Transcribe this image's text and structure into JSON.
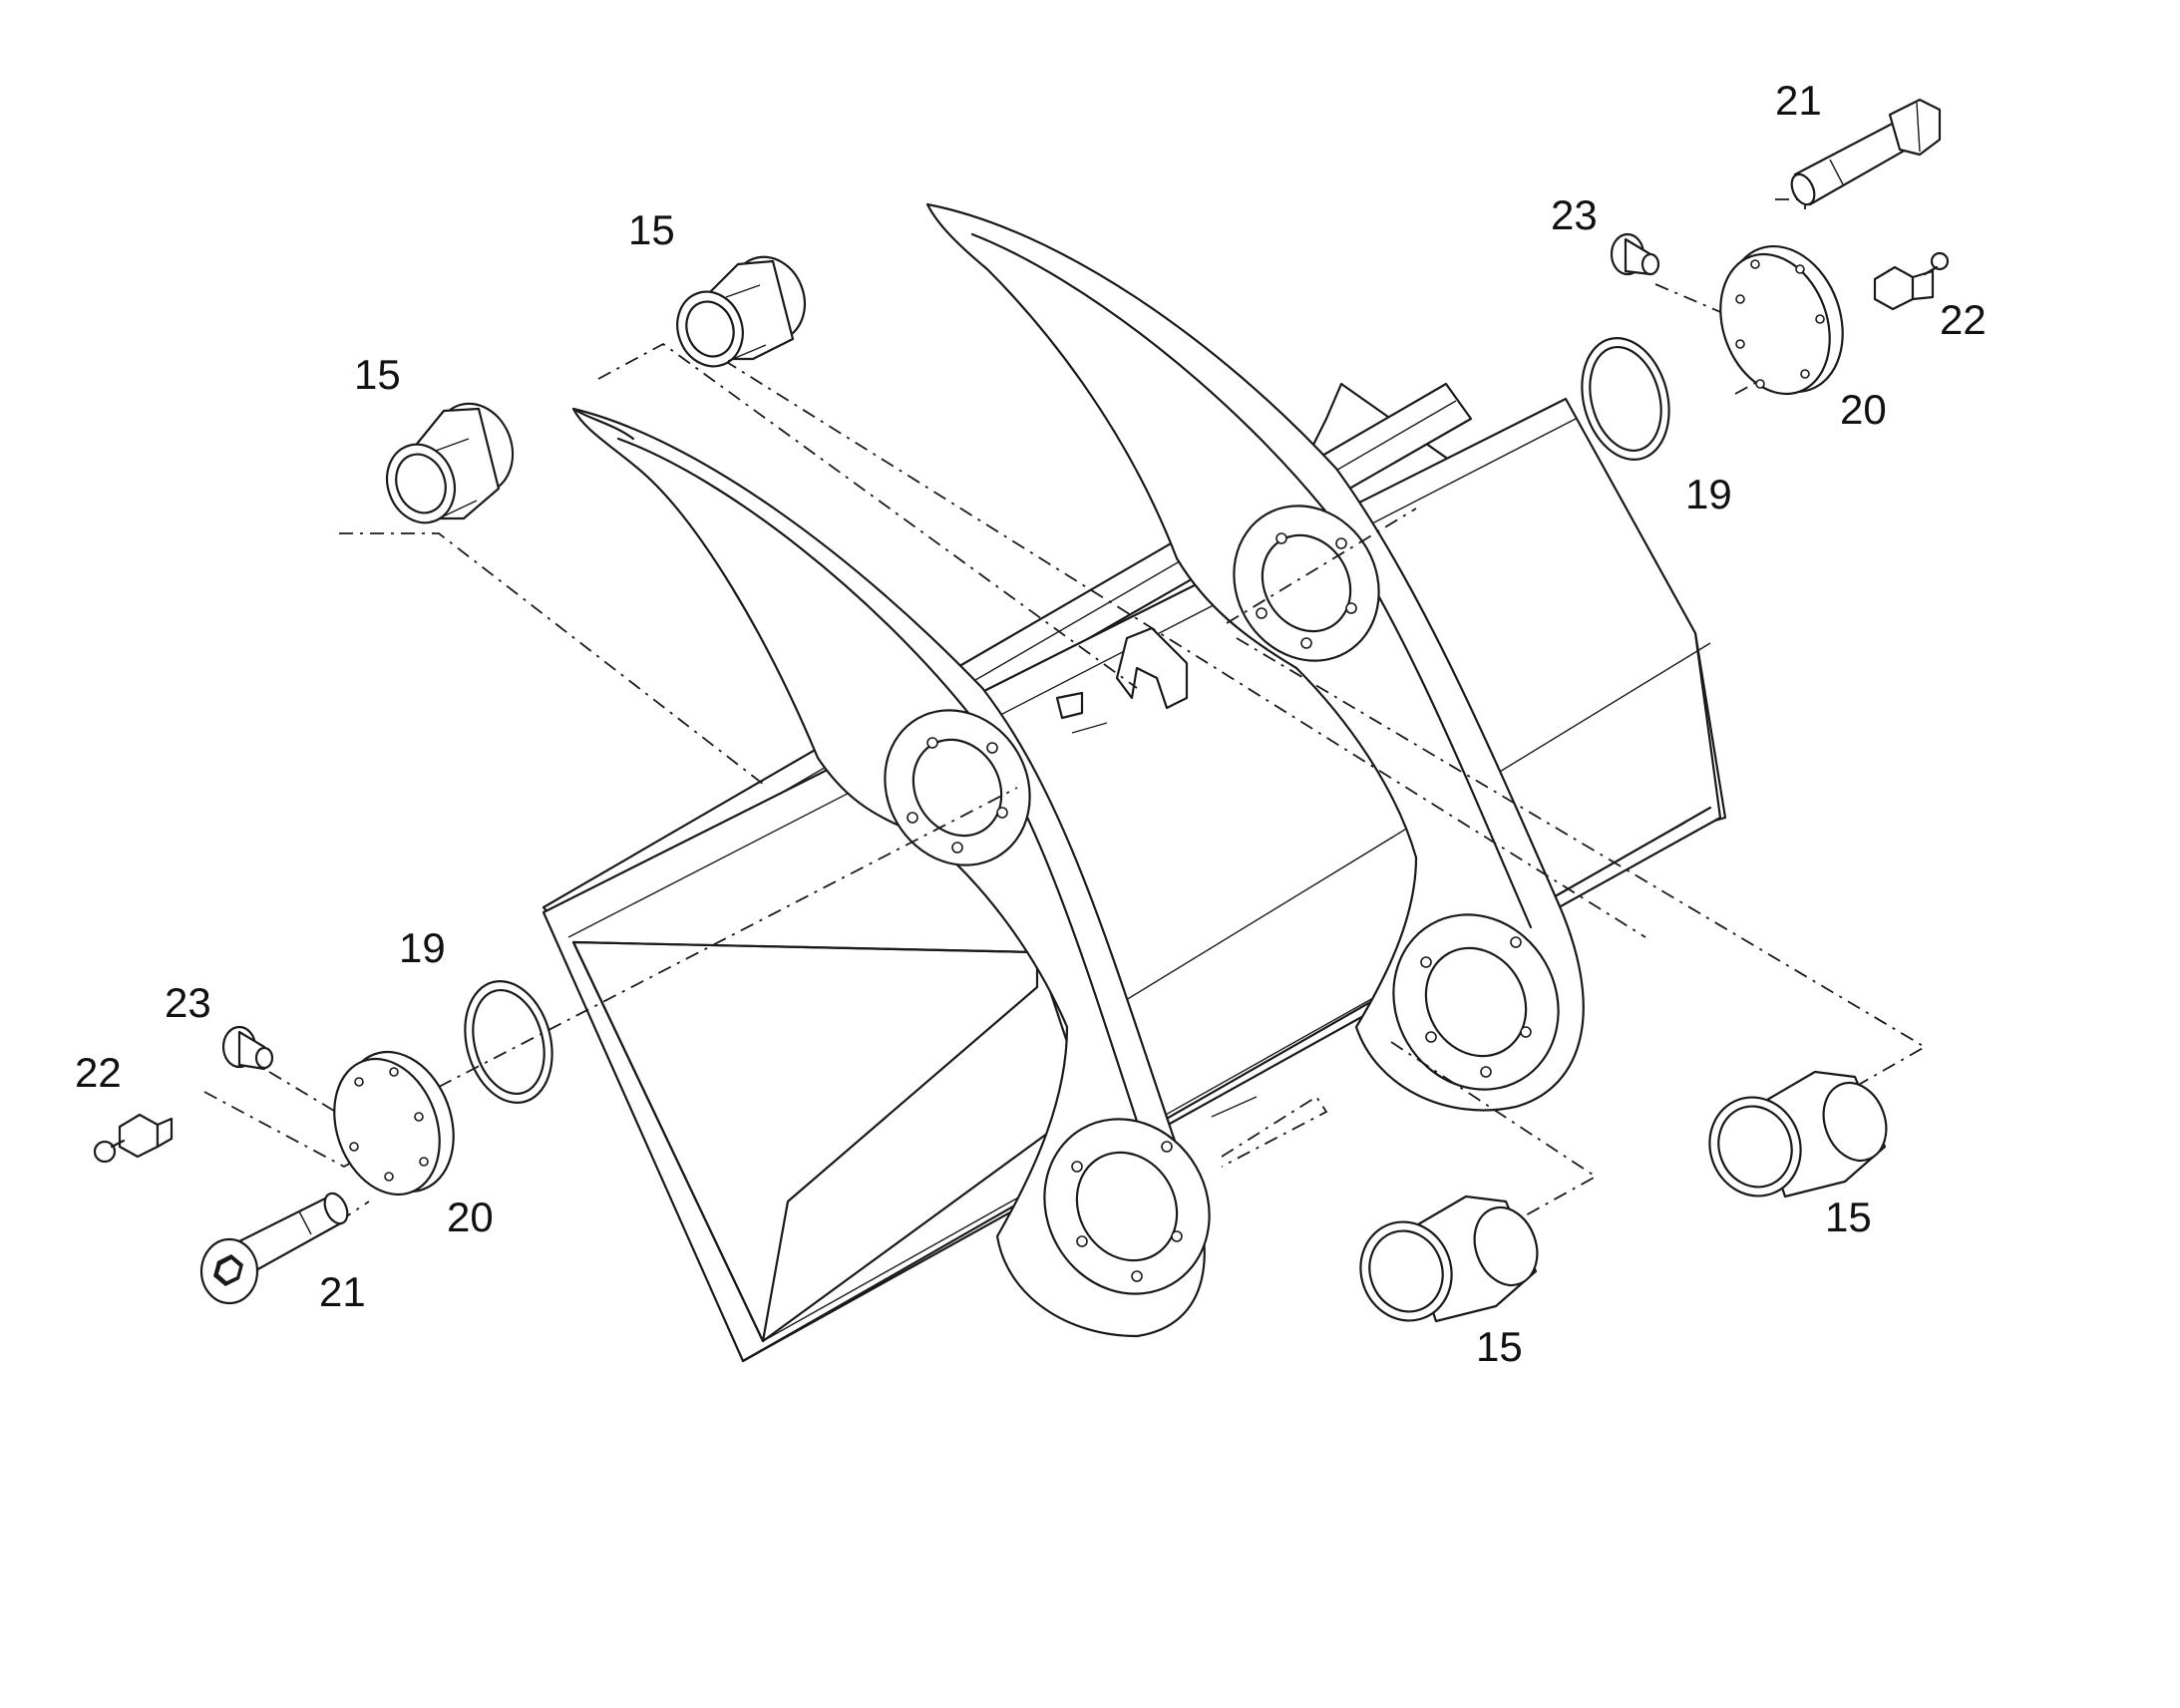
{
  "callouts": {
    "bushing_upper_center": "15",
    "bushing_upper_left": "15",
    "bushing_lower_right": "15",
    "bushing_lower_center": "15",
    "oring_right": "19",
    "oring_left": "19",
    "cover_right": "20",
    "cover_left": "20",
    "bolt_right": "21",
    "bolt_left": "21",
    "grease_nipple_right": "22",
    "grease_nipple_left": "22",
    "plug_right": "23",
    "plug_left": "23"
  },
  "colors": {
    "line": "#1a1a1a",
    "background": "#ffffff"
  }
}
